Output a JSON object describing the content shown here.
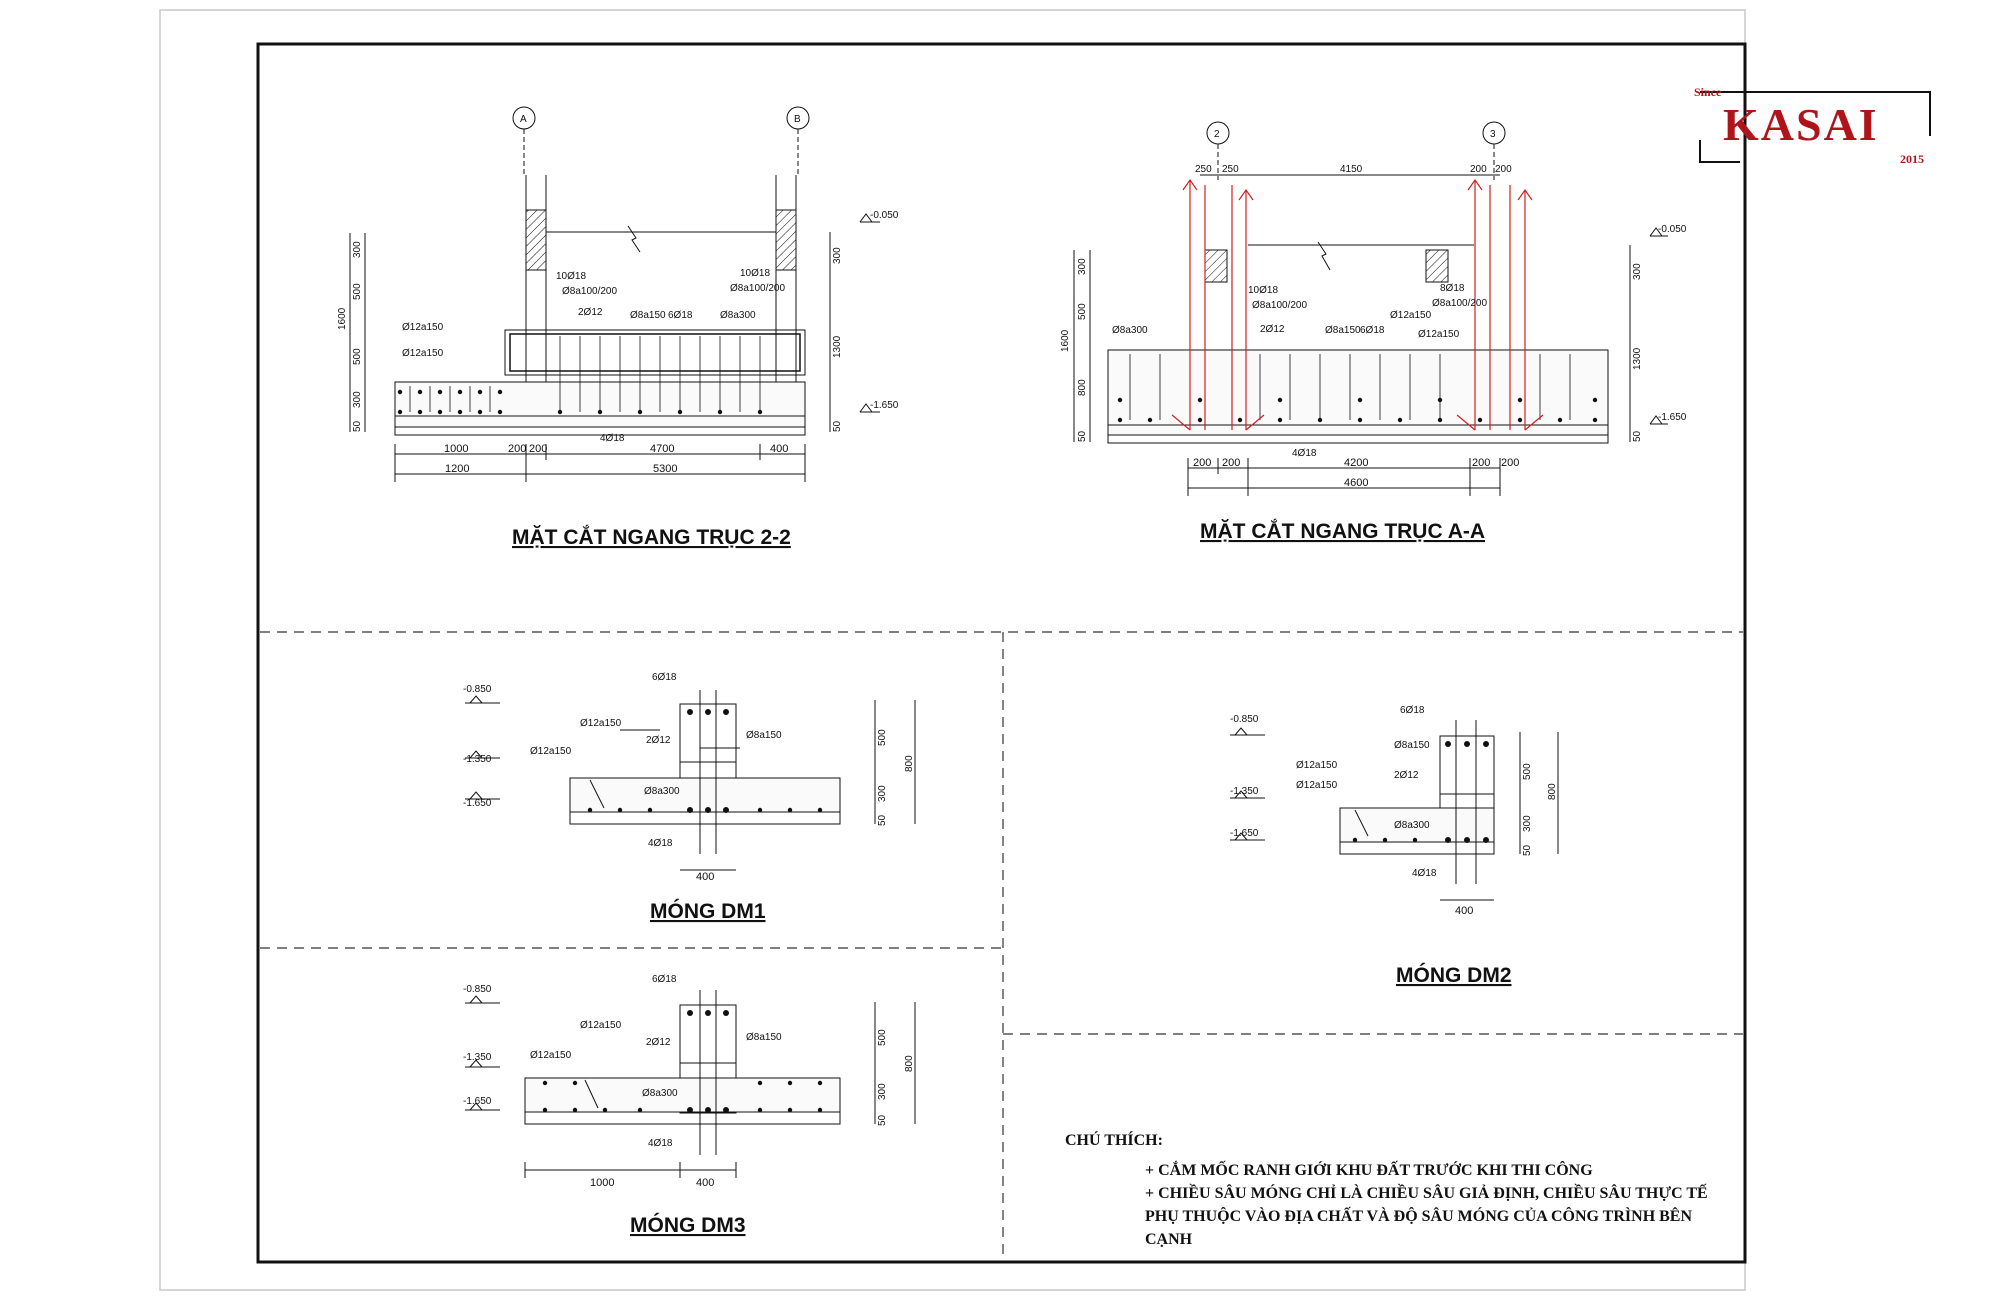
{
  "logo": {
    "since": "Since",
    "name": "KASAI",
    "year": "2015"
  },
  "section_22": {
    "title": "MẶT CẮT NGANG TRỤC 2-2",
    "axes": [
      "A",
      "B"
    ],
    "levels": [
      "-0.050",
      "-1.650"
    ],
    "rebar": [
      "10Ø18",
      "Ø8a100/200",
      "2Ø12",
      "Ø8a150",
      "6Ø18",
      "Ø8a300",
      "Ø12a150",
      "Ø12a150",
      "10Ø18",
      "Ø8a100/200",
      "4Ø18"
    ],
    "dims_bottom1": [
      "1000",
      "200",
      "200",
      "4700",
      "400"
    ],
    "dims_bottom2": [
      "1200",
      "5300"
    ],
    "dims_left": [
      "300",
      "500",
      "500",
      "300",
      "50",
      "1600"
    ],
    "dims_right": [
      "300",
      "1300",
      "50"
    ]
  },
  "section_aa": {
    "title": "MẶT CẮT NGANG TRỤC A-A",
    "axes": [
      "2",
      "3"
    ],
    "levels": [
      "-0.050",
      "-1.650"
    ],
    "top_dims": [
      "250",
      "250",
      "4150",
      "200",
      "200"
    ],
    "rebar": [
      "10Ø18",
      "Ø8a100/200",
      "2Ø12",
      "Ø8a150",
      "6Ø18",
      "Ø12a150",
      "Ø12a150",
      "Ø8a300",
      "8Ø18",
      "Ø8a100/200",
      "4Ø18"
    ],
    "dims_bottom1": [
      "200",
      "200",
      "4200",
      "200",
      "200"
    ],
    "dims_bottom2": [
      "4600"
    ],
    "dims_left": [
      "300",
      "500",
      "800",
      "50",
      "1600"
    ],
    "dims_right": [
      "300",
      "1300",
      "50"
    ]
  },
  "dm1": {
    "title": "MÓNG DM1",
    "levels": [
      "-0.850",
      "-1.350",
      "-1.650"
    ],
    "rebar": [
      "6Ø18",
      "Ø12a150",
      "2Ø12",
      "Ø8a150",
      "Ø12a150",
      "Ø8a300",
      "4Ø18"
    ],
    "dims_right": [
      "500",
      "300",
      "50",
      "800"
    ],
    "dims_bottom": [
      "400"
    ]
  },
  "dm2": {
    "title": "MÓNG DM2",
    "levels": [
      "-0.850",
      "-1.350",
      "-1.650"
    ],
    "rebar": [
      "6Ø18",
      "Ø8a150",
      "Ø12a150",
      "Ø12a150",
      "2Ø12",
      "Ø8a300",
      "4Ø18"
    ],
    "dims_right": [
      "500",
      "300",
      "50",
      "800"
    ],
    "dims_bottom": [
      "400"
    ]
  },
  "dm3": {
    "title": "MÓNG DM3",
    "levels": [
      "-0.850",
      "-1.350",
      "-1.650"
    ],
    "rebar": [
      "6Ø18",
      "Ø12a150",
      "2Ø12",
      "Ø8a150",
      "Ø12a150",
      "Ø8a300",
      "4Ø18"
    ],
    "dims_right": [
      "500",
      "300",
      "50",
      "800"
    ],
    "dims_bottom": [
      "1000",
      "400"
    ]
  },
  "notes": {
    "heading": "CHÚ THÍCH:",
    "line1": "+ CẮM MỐC RANH GIỚI KHU ĐẤT TRƯỚC KHI THI CÔNG",
    "line2": "+ CHIỀU SÂU MÓNG CHỈ LÀ CHIỀU SÂU GIẢ ĐỊNH, CHIỀU SÂU THỰC TẾ",
    "line3": "PHỤ THUỘC VÀO ĐỊA CHẤT VÀ ĐỘ SÂU MÓNG CỦA CÔNG TRÌNH BÊN",
    "line4": "CẠNH"
  },
  "colors": {
    "line": "#111111",
    "accent": "#d32020",
    "brand": "#b0141b"
  }
}
